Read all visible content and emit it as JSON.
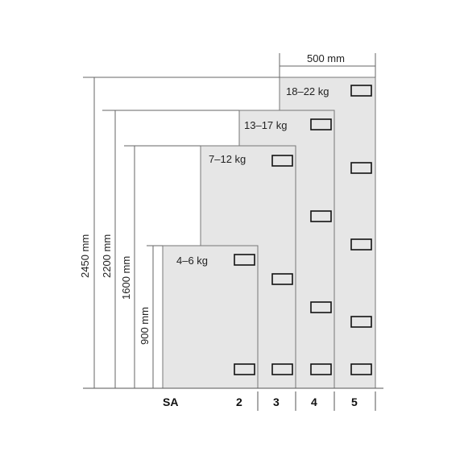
{
  "title": "",
  "width_label": "500 mm",
  "heights": [
    {
      "label": "2450 mm",
      "height_mm": 2450
    },
    {
      "label": "2200 mm",
      "height_mm": 2200
    },
    {
      "label": "1600 mm",
      "height_mm": 1600
    },
    {
      "label": "900 mm",
      "height_mm": 900
    }
  ],
  "panels": [
    {
      "load_label": "18–22 kg",
      "size": "5",
      "height_mm": 2450
    },
    {
      "load_label": "13–17 kg",
      "size": "4",
      "height_mm": 2200
    },
    {
      "load_label": "7–12 kg",
      "size": "3",
      "height_mm": 1600
    },
    {
      "load_label": "4–6 kg",
      "size": "2",
      "height_mm": 900
    }
  ],
  "columns": [
    "SA",
    "2",
    "3",
    "4",
    "5"
  ],
  "colors": {
    "panel_fill": "#e6e6e6",
    "panel_stroke": "#777777",
    "line": "#555555",
    "text": "#222222"
  }
}
